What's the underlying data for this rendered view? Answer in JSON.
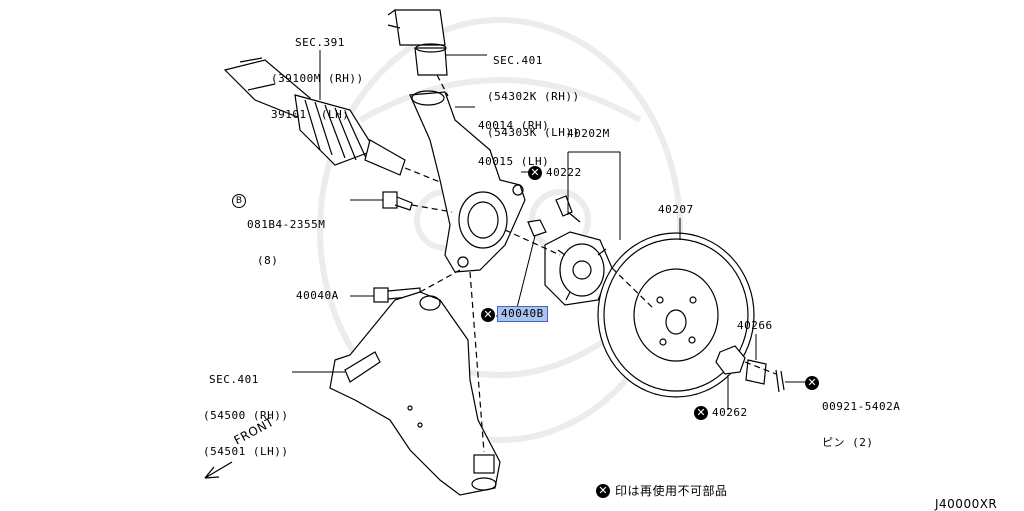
{
  "diagram_id": "J40000XR",
  "legend_note": "印は再使用不可部品",
  "front_label": "FRONT",
  "labels": {
    "sec391": {
      "title": "SEC.391",
      "rh": "39100M (RH)",
      "lh": "39101  (LH)"
    },
    "sec401_top": {
      "title": "SEC.401",
      "rh": "54302K (RH)",
      "lh": "54303K (LH)"
    },
    "knuckle": {
      "rh": "40014 (RH)",
      "lh": "40015 (LH)"
    },
    "hub": "40202M",
    "bolt_40222": "40222",
    "bolt_081b4": {
      "part": "081B4-2355M",
      "qty": "(8)",
      "marker": "B"
    },
    "disc": "40207",
    "bolt_40040a": "40040A",
    "nut_40040b": "40040B",
    "sec401_bottom": {
      "title": "SEC.401",
      "rh": "54500 (RH)",
      "lh": "54501 (LH)"
    },
    "lock_40266": "40266",
    "nut_40262": "40262",
    "pin": {
      "part": "00921-5402A",
      "note": "ピン (2)"
    }
  },
  "highlight_color": "#a9c4f0"
}
